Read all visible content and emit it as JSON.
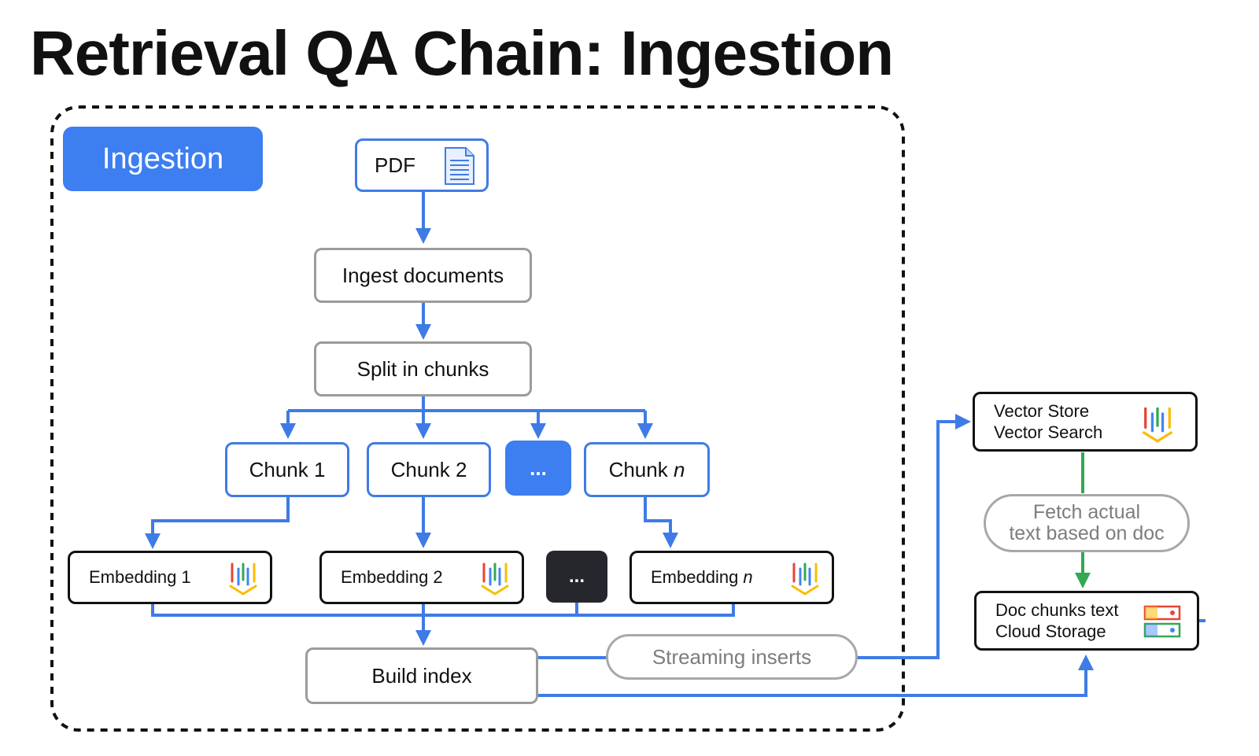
{
  "title": "Retrieval QA Chain: Ingestion",
  "badge": "Ingestion",
  "nodes": {
    "pdf": "PDF",
    "ingest": "Ingest documents",
    "split": "Split in chunks",
    "chunk1": "Chunk 1",
    "chunk2": "Chunk 2",
    "chunk_more": "...",
    "chunk_n_prefix": "Chunk ",
    "chunk_n_suffix": "n",
    "emb1": "Embedding 1",
    "emb2": "Embedding 2",
    "emb_more": "...",
    "emb_n_prefix": "Embedding ",
    "emb_n_suffix": "n",
    "build_index": "Build index",
    "streaming": "Streaming inserts",
    "vector_store_line1": "Vector Store",
    "vector_store_line2": "Vector Search",
    "fetch_line1": "Fetch actual",
    "fetch_line2": "text based on doc",
    "doc_chunks_line1": "Doc chunks text",
    "doc_chunks_line2": "Cloud Storage"
  },
  "icons": {
    "pdf": "document-icon",
    "embedding": "vertex-ai-icon",
    "storage": "cloud-storage-icon"
  },
  "colors": {
    "arrow_blue": "#3f7be6",
    "arrow_green": "#34a853",
    "badge_blue": "#3d7ef0",
    "dark_tile": "#26272d"
  }
}
